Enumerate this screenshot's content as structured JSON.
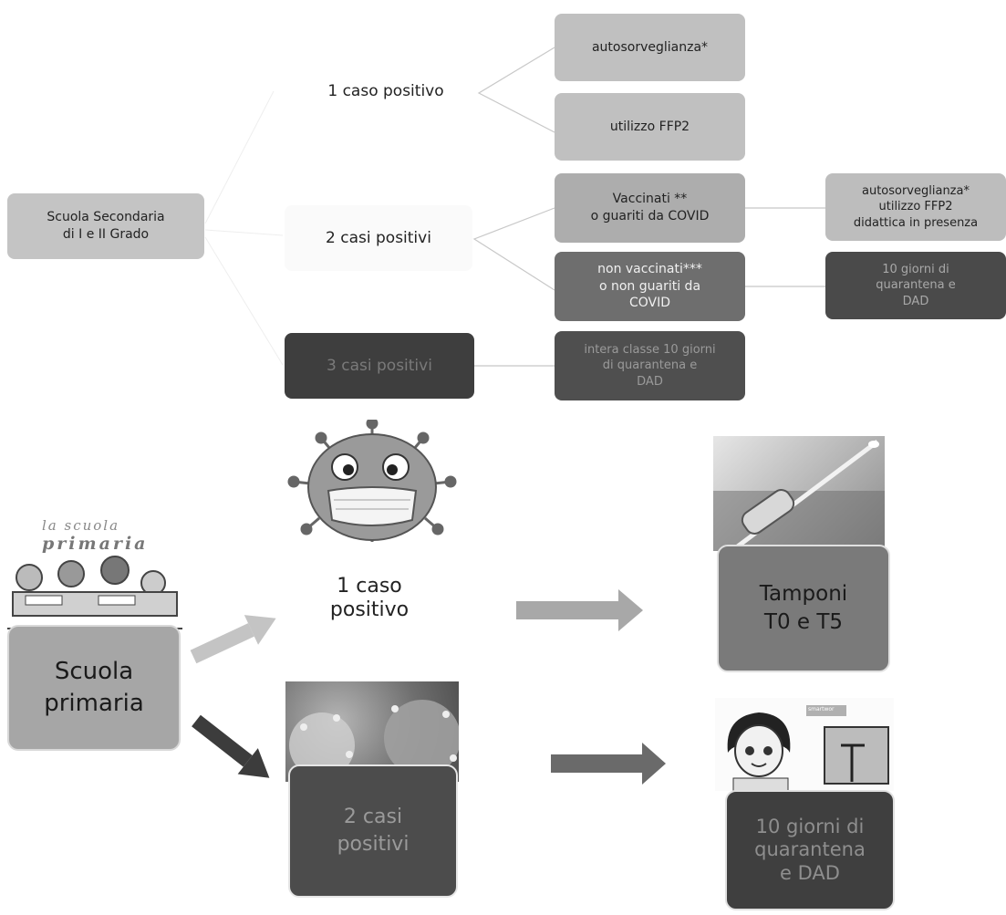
{
  "secondary": {
    "root_label": "Scuola Secondaria\ndi I e II Grado",
    "case1": {
      "label": "1 caso positivo",
      "outcome_a": "autosorveglianza*",
      "outcome_b": "utilizzo FFP2"
    },
    "case2": {
      "label": "2 casi positivi",
      "vaccinated": "Vaccinati **\no guariti da COVID",
      "vaccinated_result": "autosorveglianza*\nutilizzo FFP2\ndidattica in presenza",
      "unvaccinated": "non vaccinati***\no non guariti da\nCOVID",
      "unvaccinated_result": "10 giorni di\nquarantena e\nDAD"
    },
    "case3": {
      "label": "3 casi positivi",
      "result": "intera classe 10 giorni\ndi quarantena e\nDAD"
    }
  },
  "primary": {
    "logo_line1": "la scuola",
    "logo_line2": "primaria",
    "root_label": "Scuola\nprimaria",
    "case1": {
      "label": "1 caso\npositivo",
      "result": "Tamponi\nT0 e T5"
    },
    "case2": {
      "label": "2 casi\npositivi",
      "result": "10 giorni di\nquarantena\ne DAD"
    },
    "screen_label": "smartwor"
  }
}
